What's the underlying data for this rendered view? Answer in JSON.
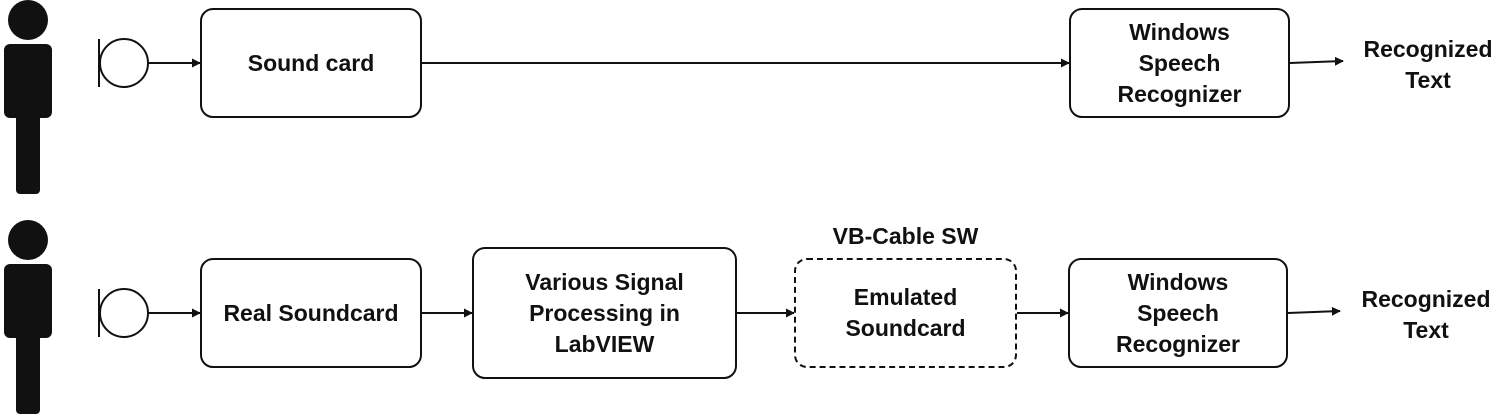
{
  "row1": {
    "sound_card": "Sound card",
    "speech_recognizer": "Windows\nSpeech\nRecognizer",
    "output": "Recognized\nText"
  },
  "row2": {
    "real_soundcard": "Real Soundcard",
    "signal_processing": "Various Signal\nProcessing in\nLabVIEW",
    "vb_cable_label": "VB-Cable SW",
    "emulated_soundcard": "Emulated\nSoundcard",
    "speech_recognizer": "Windows\nSpeech\nRecognizer",
    "output": "Recognized\nText"
  }
}
